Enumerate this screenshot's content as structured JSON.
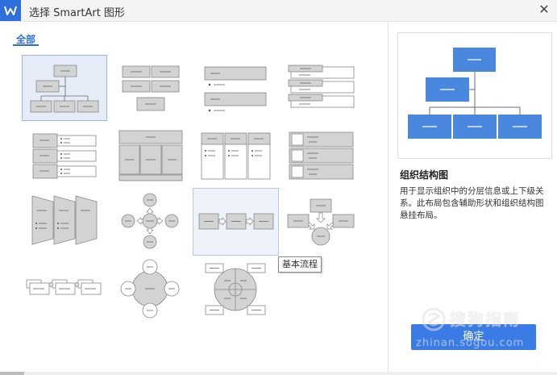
{
  "window": {
    "title": "选择 SmartArt 图形",
    "close_glyph": "✕",
    "logo_icon": "wps-writer-icon"
  },
  "tabs": [
    {
      "label": "全部",
      "active": true
    }
  ],
  "layouts": [
    {
      "id": "org-chart",
      "selected": true
    },
    {
      "id": "grouped-boxes"
    },
    {
      "id": "vertical-bullet-list"
    },
    {
      "id": "tabbed-list"
    },
    {
      "id": "labeled-bullets"
    },
    {
      "id": "table-hierarchy"
    },
    {
      "id": "column-list"
    },
    {
      "id": "picture-list"
    },
    {
      "id": "funnel-steps"
    },
    {
      "id": "radial-arrows"
    },
    {
      "id": "basic-process",
      "hovered": true
    },
    {
      "id": "converge-arrows"
    },
    {
      "id": "picture-process"
    },
    {
      "id": "radial-circle"
    },
    {
      "id": "segmented-circle"
    }
  ],
  "tooltip": "基本流程",
  "preview": {
    "title": "组织结构图",
    "description": "用于显示组织中的分层信息或上下级关系。此布局包含辅助形状和组织结构图悬挂布局。",
    "accent": "#4a88e0"
  },
  "buttons": {
    "ok": "确定"
  },
  "watermark": {
    "brand": "搜狗指南",
    "url": "zhinan.sogou.com"
  }
}
